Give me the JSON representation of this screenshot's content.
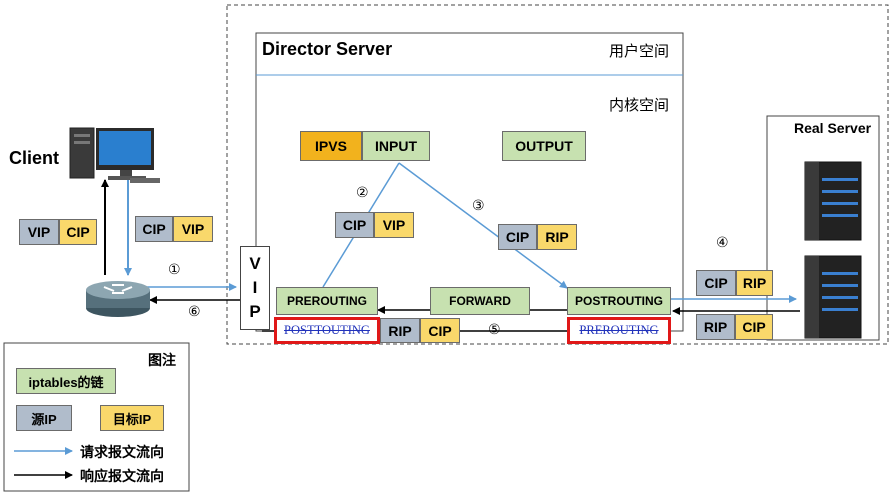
{
  "director": {
    "title": "Director Server",
    "user_space": "用户空间",
    "kernel_space": "内核空间"
  },
  "client": {
    "label": "Client"
  },
  "real_server": {
    "label": "Real Server"
  },
  "vip_box": {
    "v": "V",
    "i": "I",
    "p": "P"
  },
  "kernel": {
    "ipvs": "IPVS",
    "input": "INPUT",
    "output": "OUTPUT",
    "prerouting": "PREROUTING",
    "forward": "FORWARD",
    "postrouting": "POSTROUTING"
  },
  "red_labels": {
    "posttouting": "POSTTOUTING",
    "prerouting": "PREROUTING"
  },
  "packets": {
    "client_request": {
      "src": "CIP",
      "dst": "VIP"
    },
    "client_response": {
      "src": "VIP",
      "dst": "CIP"
    },
    "to_input": {
      "src": "CIP",
      "dst": "VIP"
    },
    "to_postrouting": {
      "src": "CIP",
      "dst": "RIP"
    },
    "to_real": {
      "src": "CIP",
      "dst": "RIP"
    },
    "from_real": {
      "src": "RIP",
      "dst": "CIP"
    },
    "back_director": {
      "src": "RIP",
      "dst": "CIP"
    }
  },
  "steps": [
    "①",
    "②",
    "③",
    "④",
    "⑤",
    "⑥"
  ],
  "legend": {
    "title": "图注",
    "chain": "iptables的链",
    "src_ip": "源IP",
    "dst_ip": "目标IP",
    "request_flow": "请求报文流向",
    "response_flow": "响应报文流向"
  },
  "colors": {
    "chain_green": "#c7e1b0",
    "src_gray": "#b0bccb",
    "dst_yellow": "#f9d86b",
    "ipvs_orange": "#f2b21d",
    "request_arrow": "#5b9bd5",
    "response_arrow": "#000000",
    "highlight_red": "#e01818"
  }
}
